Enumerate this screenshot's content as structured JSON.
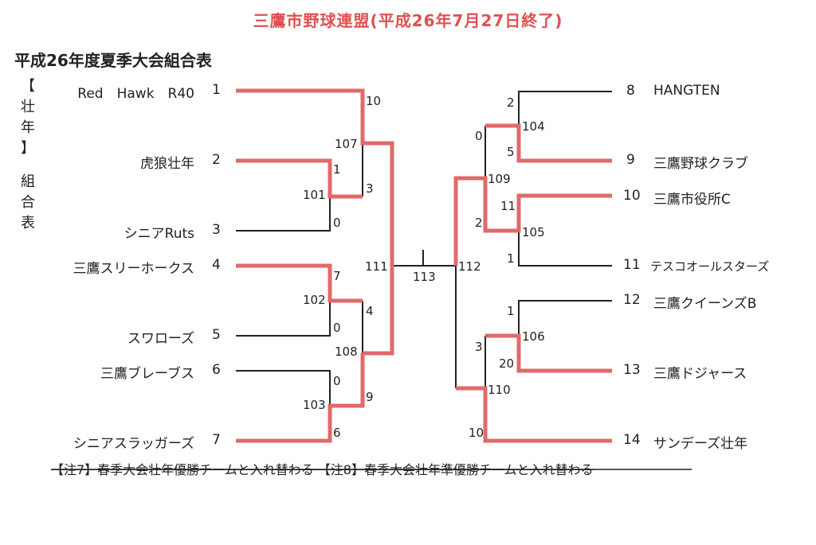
{
  "header": {
    "title": "三鷹市野球連盟(平成26年7月27日終了)",
    "subtitle": "平成26年度夏季大会組合表",
    "side_label_chars": [
      "【",
      "壮",
      "年",
      "】",
      "",
      "組",
      "合",
      "表"
    ]
  },
  "colors": {
    "winner_line": "#e06a6a",
    "line": "#222222",
    "header": "#e05050"
  },
  "left_teams": [
    {
      "seed": "1",
      "name": "Red　Hawk　R40"
    },
    {
      "seed": "2",
      "name": "虎狼壮年"
    },
    {
      "seed": "3",
      "name": "シニアRuts"
    },
    {
      "seed": "4",
      "name": "三鷹スリーホークス"
    },
    {
      "seed": "5",
      "name": "スワローズ"
    },
    {
      "seed": "6",
      "name": "三鷹ブレーブス"
    },
    {
      "seed": "7",
      "name": "シニアスラッガーズ"
    }
  ],
  "right_teams": [
    {
      "seed": "8",
      "name": "HANGTEN"
    },
    {
      "seed": "9",
      "name": "三鷹野球クラブ"
    },
    {
      "seed": "10",
      "name": "三鷹市役所C"
    },
    {
      "seed": "11",
      "name": "テスコオールスターズ"
    },
    {
      "seed": "12",
      "name": "三鷹クイーンズB"
    },
    {
      "seed": "13",
      "name": "三鷹ドジャース"
    },
    {
      "seed": "14",
      "name": "サンデーズ壮年"
    }
  ],
  "games": {
    "g101": "101",
    "g102": "102",
    "g103": "103",
    "g104": "104",
    "g105": "105",
    "g106": "106",
    "g107": "107",
    "g108": "108",
    "g109": "109",
    "g110": "110",
    "g111": "111",
    "g112": "112",
    "g113": "113"
  },
  "scores": {
    "s1": "10",
    "s2": "1",
    "s3": "0",
    "s23": "3",
    "s4": "7",
    "s5": "0",
    "s45": "4",
    "s6": "0",
    "s7": "6",
    "s67": "9",
    "s8": "2",
    "s9": "5",
    "s89": "0",
    "s10": "11",
    "s11": "1",
    "s1011": "2",
    "s12": "1",
    "s13": "20",
    "s1213": "3",
    "s14": "10"
  },
  "notes": "【注7】春季大会壮年優勝チームと入れ替わる 【注8】春季大会壮年準優勝チームと入れ替わる"
}
